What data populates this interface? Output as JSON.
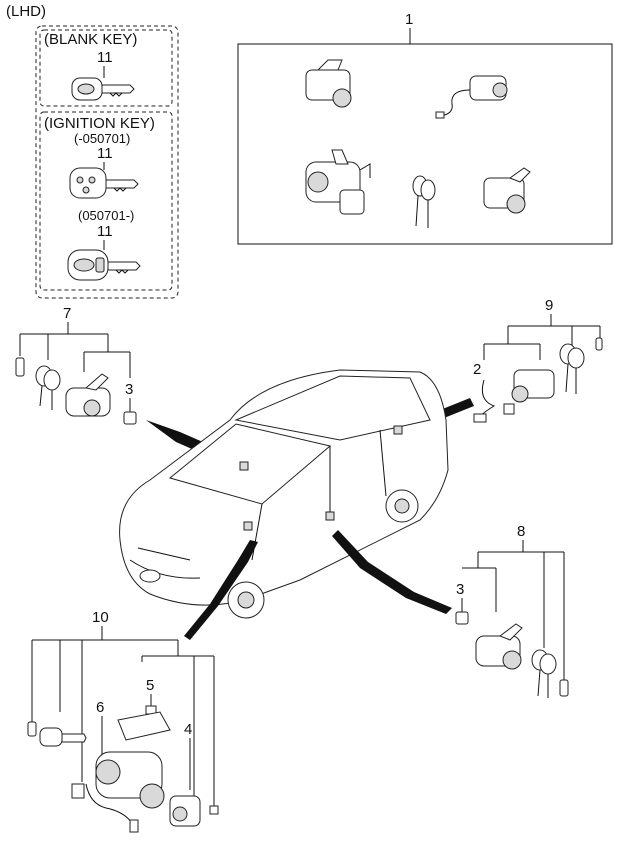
{
  "corner_label": "(LHD)",
  "blank_key": {
    "heading": "(BLANK KEY)",
    "number": "11"
  },
  "ignition_key": {
    "heading": "(IGNITION KEY)",
    "variant_a": {
      "range": "(-050701)",
      "number": "11"
    },
    "variant_b": {
      "range": "(050701-)",
      "number": "11"
    }
  },
  "callouts": {
    "c1": "1",
    "c2": "2",
    "c3a": "3",
    "c3b": "3",
    "c4": "4",
    "c5": "5",
    "c6": "6",
    "c7": "7",
    "c8": "8",
    "c9": "9",
    "c10": "10"
  },
  "icons": [
    "key-icon",
    "lock-cylinder-icon",
    "ignition-switch-icon",
    "vehicle-icon"
  ]
}
